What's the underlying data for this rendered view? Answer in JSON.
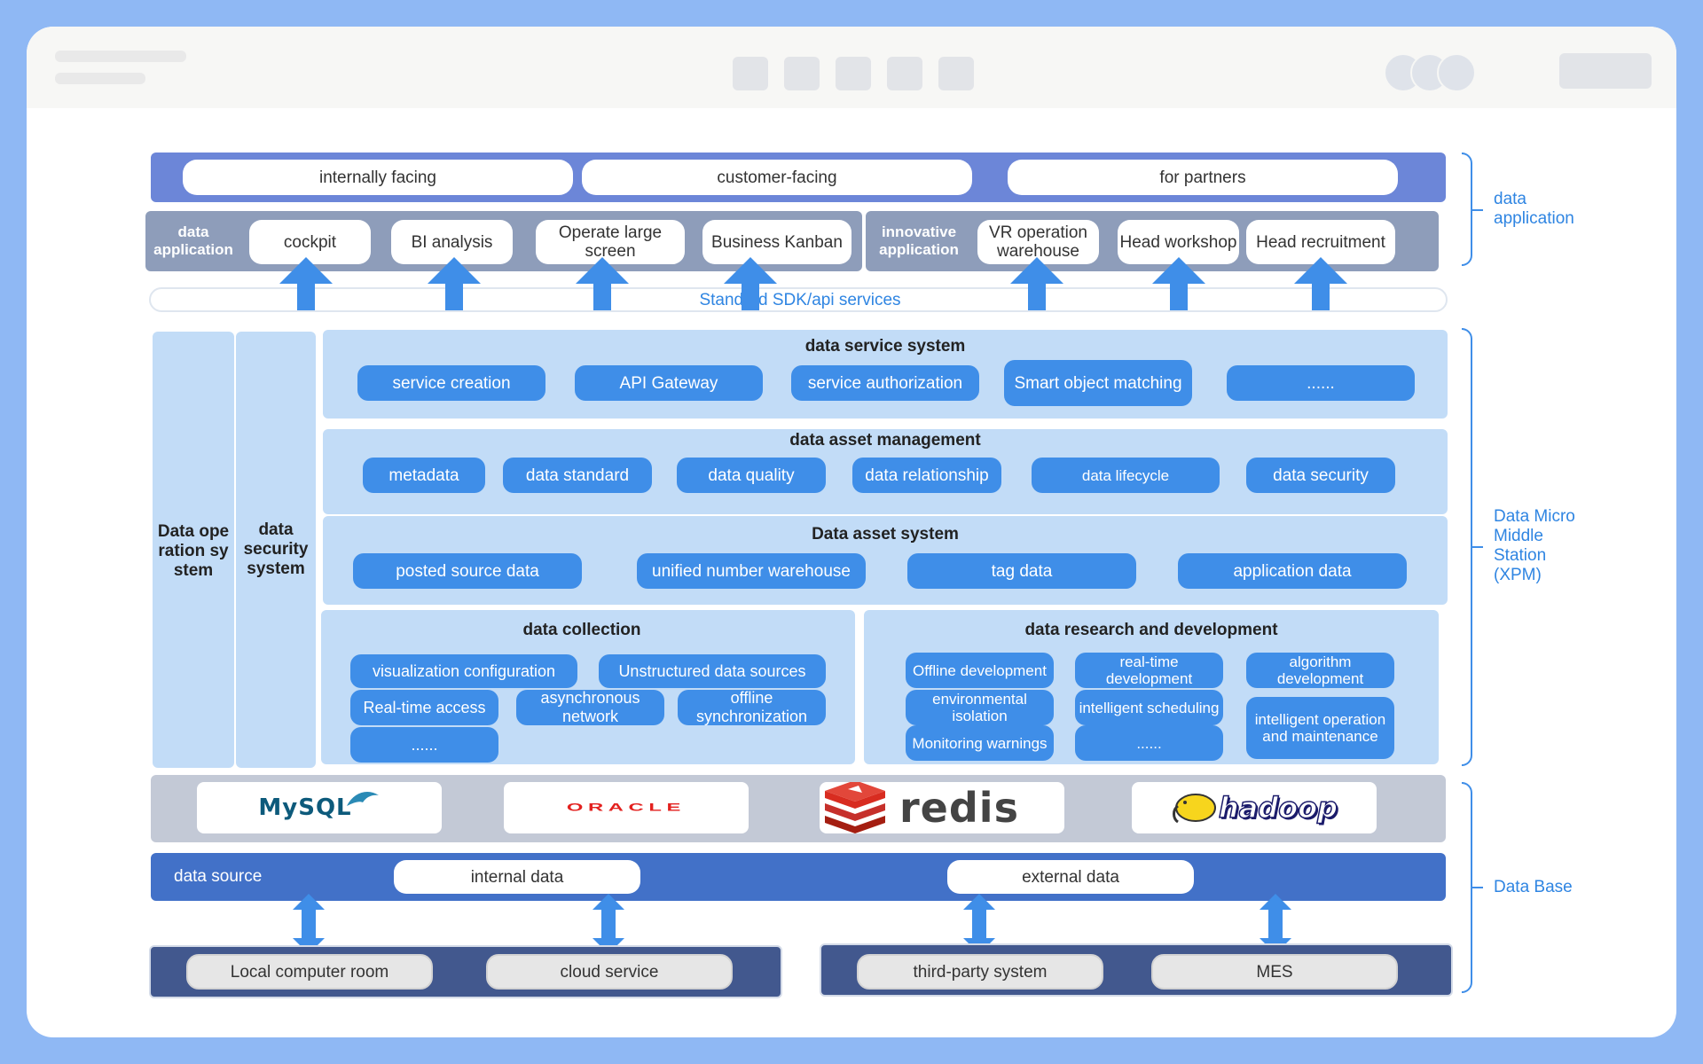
{
  "application_tiers": [
    "internally facing",
    "customer-facing",
    "for partners"
  ],
  "data_application": {
    "label": "data application",
    "items": [
      "cockpit",
      "BI analysis",
      "Operate large screen",
      "Business Kanban"
    ]
  },
  "innovative_application": {
    "label": "innovative application",
    "items": [
      "VR operation warehouse",
      "Head workshop",
      "Head recruitment"
    ]
  },
  "sdk_label": "Standard SDK/api services",
  "side_columns": [
    "Data operation system",
    "data security system"
  ],
  "data_service_system": {
    "title": "data service system",
    "items": [
      "service creation",
      "API Gateway",
      "service authorization",
      "Smart object matching",
      "......"
    ]
  },
  "data_asset_management": {
    "title": "data asset management",
    "items": [
      "metadata",
      "data standard",
      "data quality",
      "data relationship",
      "data lifecycle",
      "data security"
    ]
  },
  "data_asset_system": {
    "title": "Data asset system",
    "items": [
      "posted source data",
      "unified number warehouse",
      "tag data",
      "application data"
    ]
  },
  "data_collection": {
    "title": "data collection",
    "items": [
      "visualization configuration",
      "Unstructured data sources",
      "Real-time access",
      "asynchronous network",
      "offline synchronization",
      "......"
    ]
  },
  "data_rnd": {
    "title": "data research and development",
    "items": [
      "Offline development",
      "real-time development",
      "algorithm development",
      "environmental isolation",
      "intelligent scheduling",
      "intelligent operation and maintenance",
      "Monitoring warnings",
      "......"
    ]
  },
  "databases": [
    "MySQL",
    "ORACLE",
    "redis",
    "hadoop"
  ],
  "data_source": {
    "label": "data source",
    "internal": "internal data",
    "external": "external data"
  },
  "internal_sources": [
    "Local computer room",
    "cloud service"
  ],
  "external_sources": [
    "third-party system",
    "MES"
  ],
  "side_labels": {
    "data_application": "data application",
    "xpm": "Data Micro Middle Station (XPM)",
    "data_base": "Data Base"
  },
  "colors": {
    "accent": "#3f8ee8",
    "panel": "#c2dcf7",
    "band_gray": "#8e9dba",
    "band_navy": "#42588e",
    "band_blue": "#4271c8"
  }
}
